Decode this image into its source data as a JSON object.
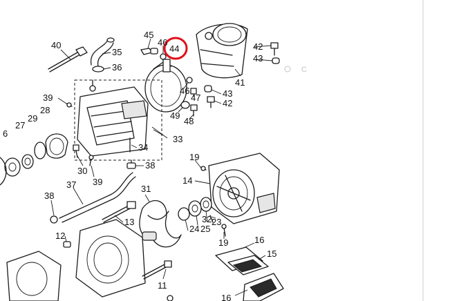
{
  "diagram": {
    "highlight_label": "44",
    "watermark": "C",
    "callouts": [
      {
        "id": "40",
        "text": "40"
      },
      {
        "id": "35",
        "text": "35"
      },
      {
        "id": "36",
        "text": "36"
      },
      {
        "id": "45",
        "text": "45"
      },
      {
        "id": "46a",
        "text": "46"
      },
      {
        "id": "44",
        "text": "44"
      },
      {
        "id": "42a",
        "text": "42"
      },
      {
        "id": "43a",
        "text": "43"
      },
      {
        "id": "41",
        "text": "41"
      },
      {
        "id": "46b",
        "text": "46"
      },
      {
        "id": "47",
        "text": "47"
      },
      {
        "id": "43b",
        "text": "43"
      },
      {
        "id": "42b",
        "text": "42"
      },
      {
        "id": "39a",
        "text": "39"
      },
      {
        "id": "49",
        "text": "49"
      },
      {
        "id": "48",
        "text": "48"
      },
      {
        "id": "27",
        "text": "27"
      },
      {
        "id": "28",
        "text": "28"
      },
      {
        "id": "29",
        "text": "29"
      },
      {
        "id": "6",
        "text": "6"
      },
      {
        "id": "33",
        "text": "33"
      },
      {
        "id": "34",
        "text": "34"
      },
      {
        "id": "30",
        "text": "30"
      },
      {
        "id": "39b",
        "text": "39"
      },
      {
        "id": "38a",
        "text": "38"
      },
      {
        "id": "19a",
        "text": "19"
      },
      {
        "id": "14",
        "text": "14"
      },
      {
        "id": "37",
        "text": "37"
      },
      {
        "id": "31",
        "text": "31"
      },
      {
        "id": "38b",
        "text": "38"
      },
      {
        "id": "13",
        "text": "13"
      },
      {
        "id": "25",
        "text": "25"
      },
      {
        "id": "23",
        "text": "23"
      },
      {
        "id": "24",
        "text": "24"
      },
      {
        "id": "32",
        "text": "32"
      },
      {
        "id": "12",
        "text": "12"
      },
      {
        "id": "19b",
        "text": "19"
      },
      {
        "id": "16a",
        "text": "16"
      },
      {
        "id": "15",
        "text": "15"
      },
      {
        "id": "11",
        "text": "11"
      },
      {
        "id": "16b",
        "text": "16"
      }
    ]
  }
}
